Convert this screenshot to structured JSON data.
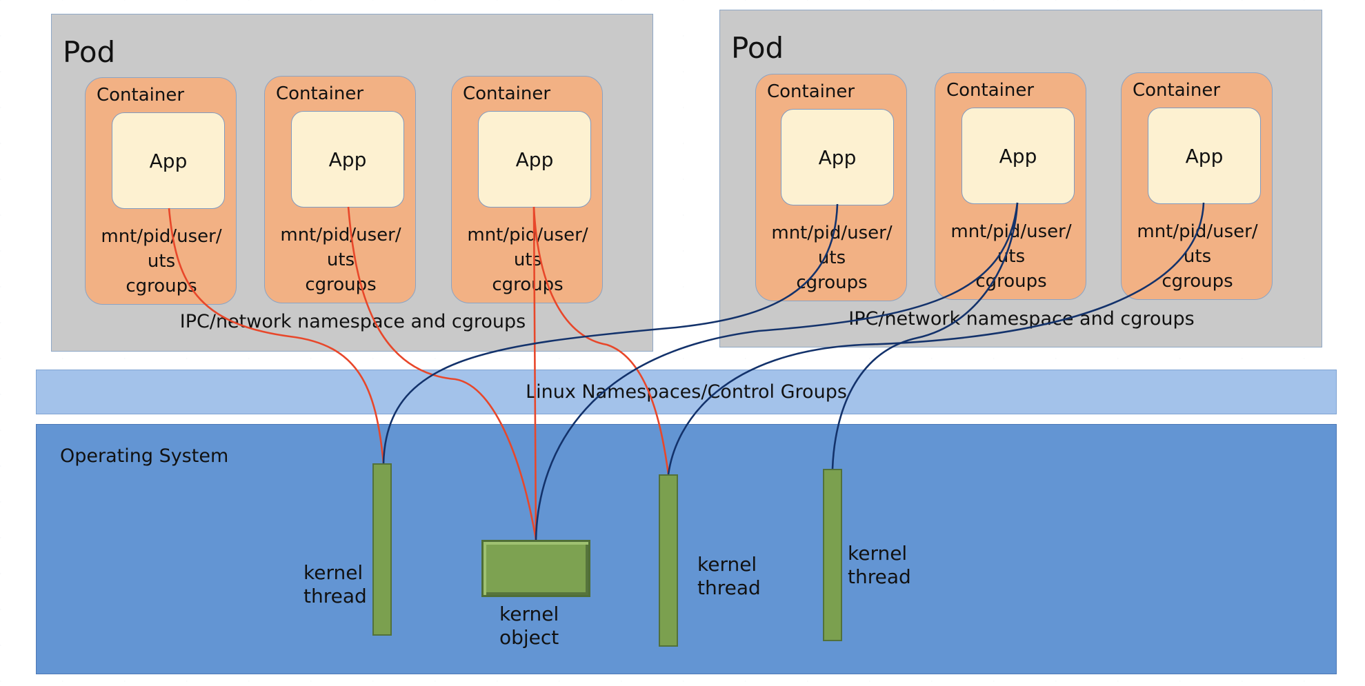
{
  "pods": [
    {
      "title": "Pod",
      "namespace_label": "IPC/network namespace and cgroups",
      "containers": [
        {
          "label": "Container",
          "app": "App",
          "ns_lines": [
            "mnt/pid/user/",
            "uts",
            "cgroups"
          ]
        },
        {
          "label": "Container",
          "app": "App",
          "ns_lines": [
            "mnt/pid/user/",
            "uts",
            "cgroups"
          ]
        },
        {
          "label": "Container",
          "app": "App",
          "ns_lines": [
            "mnt/pid/user/",
            "uts",
            "cgroups"
          ]
        }
      ]
    },
    {
      "title": "Pod",
      "namespace_label": "IPC/network namespace and cgroups",
      "containers": [
        {
          "label": "Container",
          "app": "App",
          "ns_lines": [
            "mnt/pid/user/",
            "uts",
            "cgroups"
          ]
        },
        {
          "label": "Container",
          "app": "App",
          "ns_lines": [
            "mnt/pid/user/",
            "uts",
            "cgroups"
          ]
        },
        {
          "label": "Container",
          "app": "App",
          "ns_lines": [
            "mnt/pid/user/",
            "uts",
            "cgroups"
          ]
        }
      ]
    }
  ],
  "linux_layer": {
    "label": "Linux Namespaces/Control Groups"
  },
  "os": {
    "label": "Operating System",
    "kernel_items": [
      {
        "kind": "thread",
        "lines": [
          "kernel",
          "thread"
        ]
      },
      {
        "kind": "object",
        "lines": [
          "kernel",
          "object"
        ]
      },
      {
        "kind": "thread",
        "lines": [
          "kernel",
          "thread"
        ]
      },
      {
        "kind": "thread",
        "lines": [
          "kernel",
          "thread"
        ]
      }
    ]
  },
  "colors": {
    "left_pod_links": "#e8472a",
    "right_pod_links": "#13326b"
  }
}
